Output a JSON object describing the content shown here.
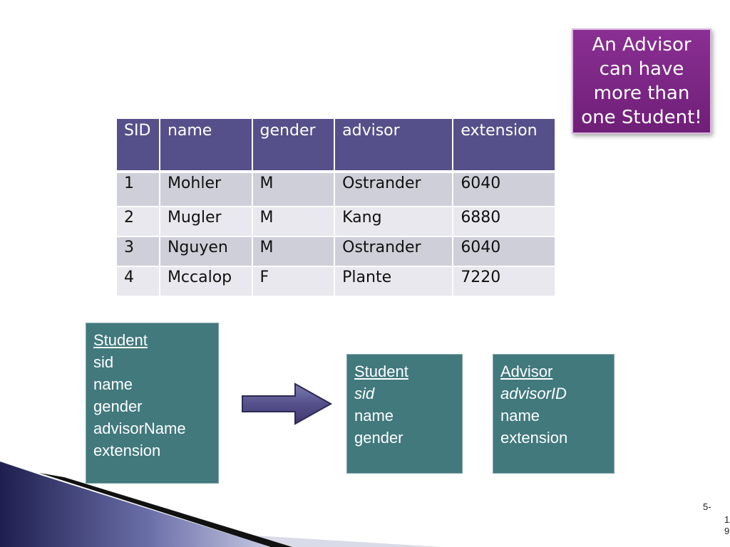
{
  "callout": {
    "lines": [
      "An Advisor",
      "can have",
      "more than",
      "one Student!"
    ]
  },
  "table": {
    "headers": [
      "SID",
      "name",
      "gender",
      "advisor",
      "extension"
    ],
    "rows": [
      [
        "1",
        "Mohler",
        "M",
        "Ostrander",
        "6040"
      ],
      [
        "2",
        "Mugler",
        "M",
        "Kang",
        "6880"
      ],
      [
        "3",
        "Nguyen",
        "M",
        "Ostrander",
        "6040"
      ],
      [
        "4",
        "Mccalop",
        "F",
        "Plante",
        "7220"
      ]
    ]
  },
  "entity_before": {
    "title": "Student",
    "fields": [
      "sid",
      "name",
      "gender",
      "advisorName",
      "extension"
    ]
  },
  "entity_student": {
    "title": "Student",
    "key": "sid",
    "fields": [
      "name",
      "gender"
    ]
  },
  "entity_advisor": {
    "title": "Advisor",
    "key": "advisorID",
    "fields": [
      "name",
      "extension"
    ]
  },
  "page_number": {
    "line1": "5-",
    "line2": "1",
    "line3": "9"
  },
  "colors": {
    "callout": "#7b2682",
    "table_header": "#55508a",
    "entity": "#41797d"
  }
}
